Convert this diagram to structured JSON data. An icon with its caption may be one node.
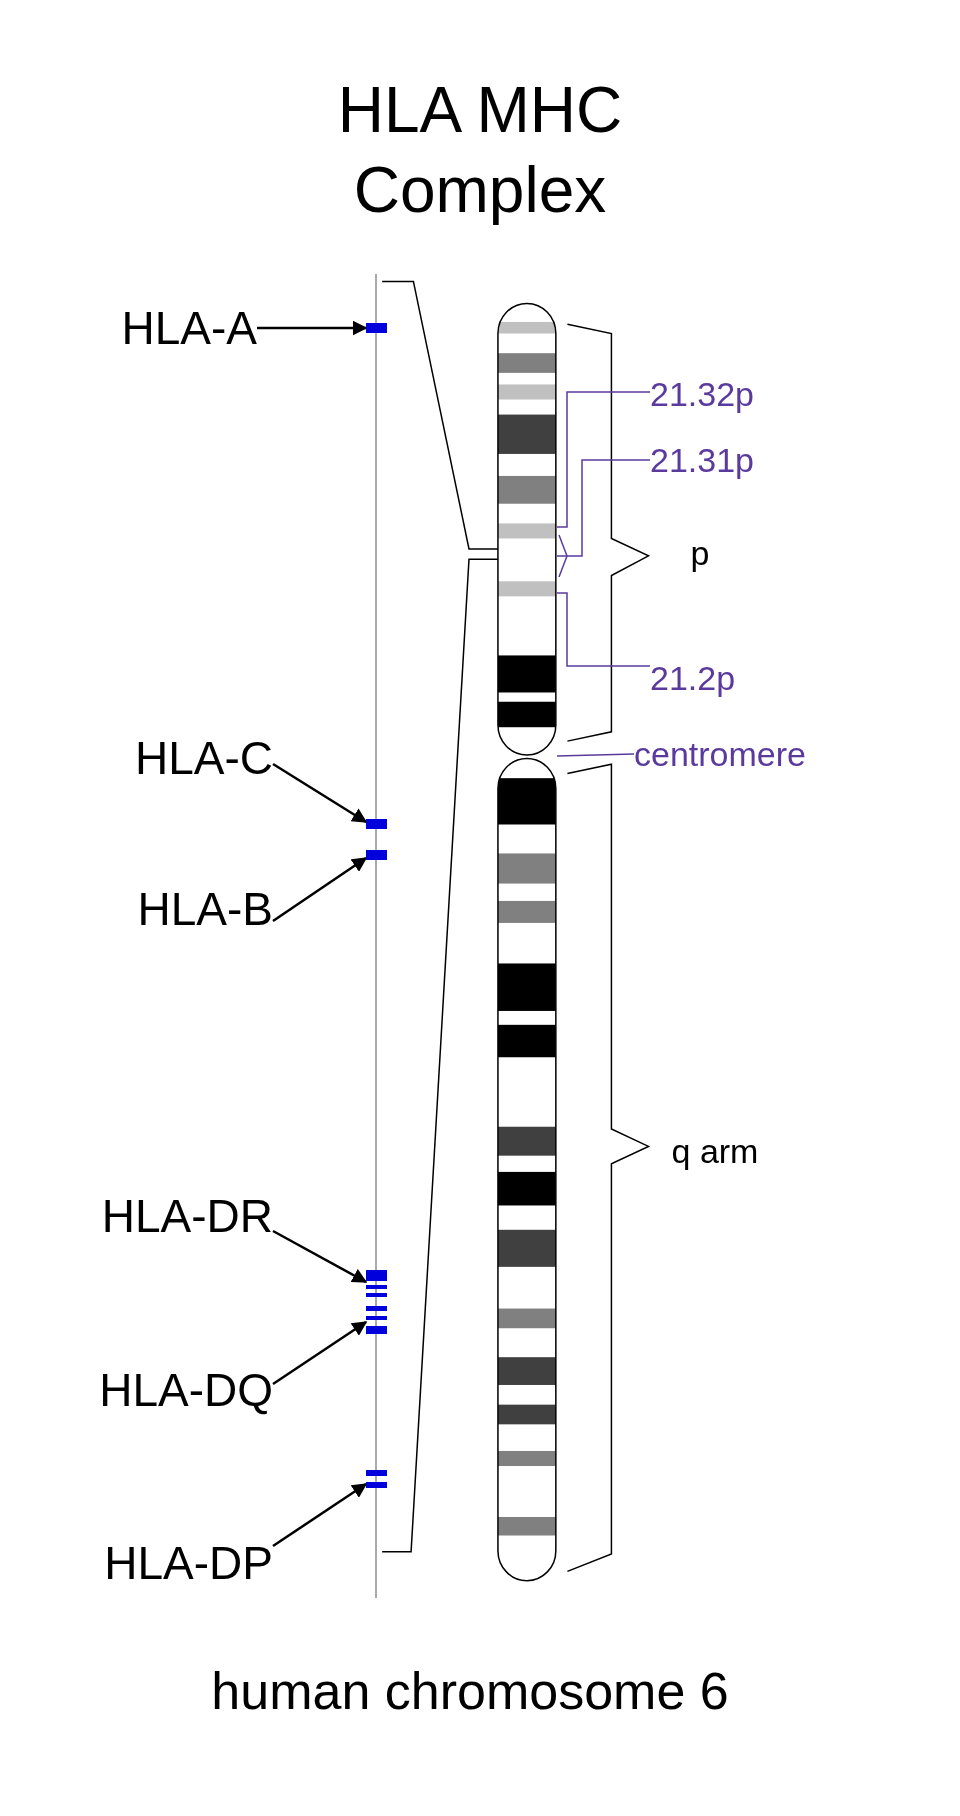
{
  "diagram": {
    "title": "HLA MHC Complex",
    "caption": "human chromosome 6",
    "nodes": [
      {
        "text": [
          "HLA-A"
        ]
      },
      {
        "text": [],
        "shape": "bar"
      },
      {
        "text": [
          "HLA-C"
        ]
      },
      {
        "text": [],
        "shape": "bar"
      },
      {
        "text": [
          "HLA-B"
        ]
      },
      {
        "text": [],
        "shape": "bar"
      },
      {
        "text": [
          "HLA-DR"
        ]
      },
      {
        "text": [],
        "shape": "bar"
      },
      {
        "text": [
          "HLA-DQ"
        ]
      },
      {
        "text": [],
        "shape": "bar"
      },
      {
        "text": [
          "HLA-DP"
        ]
      },
      {
        "text": [],
        "shape": "bar"
      },
      {
        "text": [
          "21.32p"
        ]
      },
      {
        "text": [
          "21.31p"
        ]
      },
      {
        "text": [
          "21.2p"
        ]
      },
      {
        "text": [
          "centromere"
        ]
      },
      {
        "text": [],
        "shape": "picture"
      }
    ],
    "edges": [
      {
        "from": 0,
        "to": 1,
        "arrow": "to"
      },
      {
        "from": 2,
        "to": 3,
        "arrow": "to"
      },
      {
        "from": 4,
        "to": 5,
        "arrow": "to"
      },
      {
        "from": 6,
        "to": 7,
        "arrow": "to"
      },
      {
        "from": 8,
        "to": 9,
        "arrow": "to"
      },
      {
        "from": 10,
        "to": 11,
        "arrow": "to"
      },
      {
        "from": 12,
        "to": 16,
        "arrow": "none",
        "color": "#5b3a9e"
      },
      {
        "from": 13,
        "to": 16,
        "arrow": "none",
        "color": "#5b3a9e"
      },
      {
        "from": 14,
        "to": 16,
        "arrow": "none",
        "color": "#5b3a9e"
      },
      {
        "from": 15,
        "to": 16,
        "arrow": "none",
        "color": "#5b3a9e"
      }
    ],
    "labels": [
      "p",
      "q arm"
    ]
  }
}
